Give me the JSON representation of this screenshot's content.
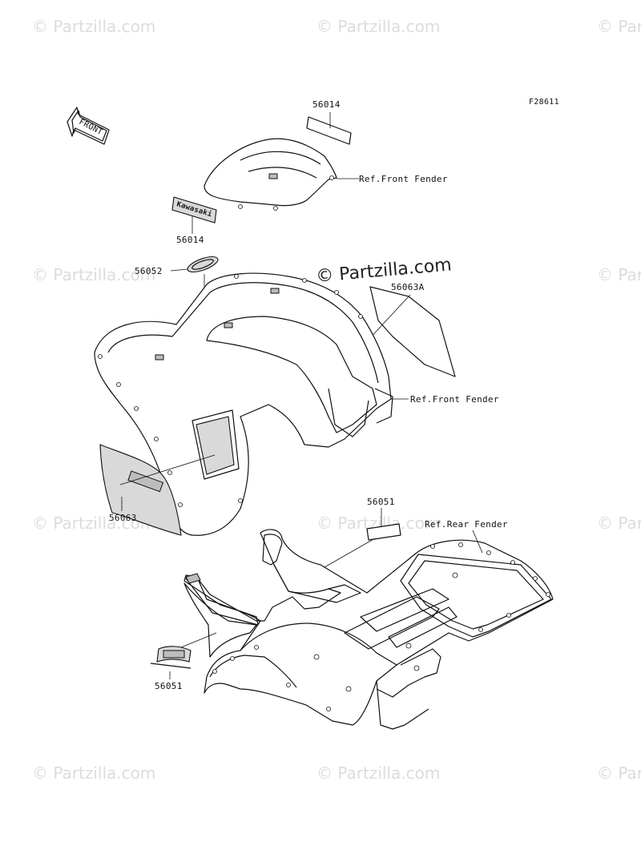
{
  "diagram": {
    "figure_id": "F28611",
    "watermark_text": "© Partzilla.com",
    "callouts": [
      {
        "key": "56014_top",
        "text": "56014"
      },
      {
        "key": "ref_front_fender_top",
        "text": "Ref.Front Fender"
      },
      {
        "key": "56014_mid",
        "text": "56014"
      },
      {
        "key": "56052",
        "text": "56052"
      },
      {
        "key": "56063A",
        "text": "56063A"
      },
      {
        "key": "ref_front_fender_mid",
        "text": "Ref.Front Fender"
      },
      {
        "key": "56063",
        "text": "56063"
      },
      {
        "key": "56051_top",
        "text": "56051"
      },
      {
        "key": "ref_rear_fender",
        "text": "Ref.Rear Fender"
      },
      {
        "key": "56051_bottom",
        "text": "56051"
      }
    ],
    "direction_marker": {
      "text": "FRONT",
      "icon": "front-arrow-icon"
    },
    "decal_text": {
      "brand": "Kawasaki"
    }
  }
}
